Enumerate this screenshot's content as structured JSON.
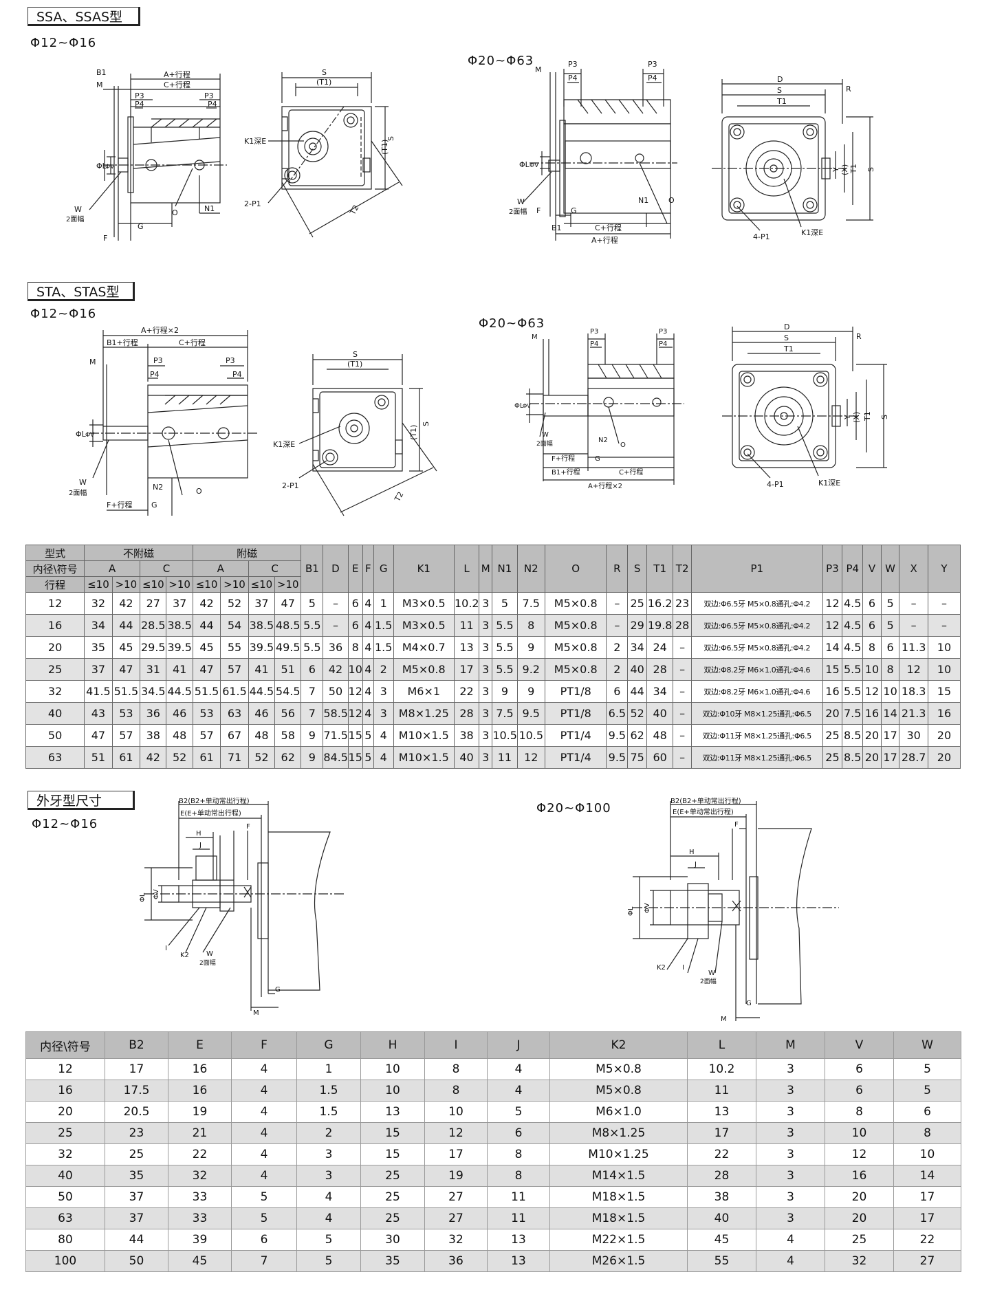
{
  "sections": {
    "ssa": {
      "title": "SSA、SSAS型",
      "sub_left": "Φ12~Φ16",
      "sub_right": "Φ20~Φ63"
    },
    "sta": {
      "title": "STA、STAS型",
      "sub_left": "Φ12~Φ16",
      "sub_right": "Φ20~Φ63"
    },
    "ext": {
      "title": "外牙型尺寸",
      "sub_left": "Φ12~Φ16",
      "sub_right": "Φ20~Φ100"
    }
  },
  "drawings": {
    "ssa_side_small": {
      "a": "A+行程",
      "b1": "B1",
      "c": "C+行程",
      "m": "M",
      "p3a": "P3",
      "p3b": "P3",
      "p4a": "P4",
      "p4b": "P4",
      "phil": "ΦL",
      "phiv": "ΦV",
      "w": "W",
      "w2": "2面幅",
      "g": "G",
      "f": "F",
      "o": "O",
      "n1": "N1"
    },
    "ssa_front_small": {
      "s": "S",
      "t1": "(T1)",
      "s2": "S",
      "k1": "K1深E",
      "p1": "2-P1",
      "t2": "T2"
    },
    "ssa_side_large": {
      "m": "M",
      "p3a": "P3",
      "p4a": "P4",
      "p3b": "P3",
      "p4b": "P4",
      "phil": "ΦL",
      "phiv": "ΦV",
      "w": "W",
      "w2": "2面幅",
      "f": "F",
      "g": "G",
      "b1": "B1",
      "c": "C+行程",
      "a": "A+行程",
      "n1": "N1",
      "o": "O"
    },
    "ssa_front_large": {
      "d": "D",
      "s": "S",
      "t1": "T1",
      "r": "R",
      "y": "Y",
      "x": "(X)",
      "t1v": "T1",
      "s2": "S",
      "p1": "4-P1",
      "k1": "K1深E"
    },
    "sta_side_small": {
      "a": "A+行程×2",
      "b1": "B1+行程",
      "c": "C+行程",
      "m": "M",
      "p3a": "P3",
      "p3b": "P3",
      "p4a": "P4",
      "p4b": "P4",
      "phil": "ΦL",
      "phiv": "ΦV",
      "w": "W",
      "w2": "2面幅",
      "n2": "N2",
      "o": "O",
      "f": "F+行程",
      "g": "G"
    },
    "sta_front_small": {
      "s": "S",
      "t1": "(T1)",
      "s2": "S",
      "k1": "K1深E",
      "p1": "2-P1",
      "t2": "T2"
    },
    "sta_side_large": {
      "m": "M",
      "p3a": "P3",
      "p4a": "P4",
      "p3b": "P3",
      "p4b": "P4",
      "phil": "ΦL",
      "phiv": "ΦV",
      "w": "W",
      "w2": "2面幅",
      "n2": "N2",
      "o": "O",
      "f": "F+行程",
      "g": "G",
      "b1": "B1+行程",
      "c": "C+行程",
      "a": "A+行程×2"
    },
    "sta_front_large": {
      "d": "D",
      "s": "S",
      "t1": "T1",
      "r": "R",
      "y": "Y",
      "x": "(X)",
      "t1v": "T1",
      "s2": "S",
      "p1": "4-P1",
      "k1": "K1深E"
    },
    "ext_small": {
      "b2": "B2(B2+单动常出行程)",
      "e": "E(E+单动常出行程)",
      "h": "H",
      "f": "F",
      "j": "J",
      "phil": "ΦL",
      "phiv": "ΦV",
      "i": "I",
      "k2": "K2",
      "w": "W",
      "w2": "2面幅",
      "g": "G",
      "m": "M"
    },
    "ext_large": {
      "b2": "B2(B2+单动常出行程)",
      "e": "E(E+单动常出行程)",
      "f": "F",
      "h": "H",
      "j": "J",
      "phil": "ΦL",
      "phiv": "ΦV",
      "k2": "K2",
      "i": "I",
      "w": "W",
      "w2": "2面幅",
      "g": "G",
      "m": "M"
    }
  },
  "table1": {
    "h_model": "型式",
    "h_bore": "内径\\符号",
    "h_stroke": "行程",
    "h_nomag": "不附磁",
    "h_mag": "附磁",
    "h_a": "A",
    "h_c": "C",
    "h_le": "≤10",
    "h_gt": ">10",
    "cols": [
      "B1",
      "D",
      "E",
      "F",
      "G",
      "K1",
      "L",
      "M",
      "N1",
      "N2",
      "O",
      "R",
      "S",
      "T1",
      "T2",
      "P1",
      "P3",
      "P4",
      "V",
      "W",
      "X",
      "Y"
    ],
    "rows": [
      [
        "12",
        "32",
        "42",
        "27",
        "37",
        "42",
        "52",
        "37",
        "47",
        "5",
        "–",
        "6",
        "4",
        "1",
        "M3×0.5",
        "10.2",
        "3",
        "5",
        "7.5",
        "M5×0.8",
        "–",
        "25",
        "16.2",
        "23",
        "双边:Φ6.5牙 M5×0.8通孔:Φ4.2",
        "12",
        "4.5",
        "6",
        "5",
        "–",
        "–"
      ],
      [
        "16",
        "34",
        "44",
        "28.5",
        "38.5",
        "44",
        "54",
        "38.5",
        "48.5",
        "5.5",
        "–",
        "6",
        "4",
        "1.5",
        "M3×0.5",
        "11",
        "3",
        "5.5",
        "8",
        "M5×0.8",
        "–",
        "29",
        "19.8",
        "28",
        "双边:Φ6.5牙 M5×0.8通孔:Φ4.2",
        "12",
        "4.5",
        "6",
        "5",
        "–",
        "–"
      ],
      [
        "20",
        "35",
        "45",
        "29.5",
        "39.5",
        "45",
        "55",
        "39.5",
        "49.5",
        "5.5",
        "36",
        "8",
        "4",
        "1.5",
        "M4×0.7",
        "13",
        "3",
        "5.5",
        "9",
        "M5×0.8",
        "2",
        "34",
        "24",
        "–",
        "双边:Φ6.5牙 M5×0.8通孔:Φ4.2",
        "14",
        "4.5",
        "8",
        "6",
        "11.3",
        "10"
      ],
      [
        "25",
        "37",
        "47",
        "31",
        "41",
        "47",
        "57",
        "41",
        "51",
        "6",
        "42",
        "10",
        "4",
        "2",
        "M5×0.8",
        "17",
        "3",
        "5.5",
        "9.2",
        "M5×0.8",
        "2",
        "40",
        "28",
        "–",
        "双边:Φ8.2牙 M6×1.0通孔:Φ4.6",
        "15",
        "5.5",
        "10",
        "8",
        "12",
        "10"
      ],
      [
        "32",
        "41.5",
        "51.5",
        "34.5",
        "44.5",
        "51.5",
        "61.5",
        "44.5",
        "54.5",
        "7",
        "50",
        "12",
        "4",
        "3",
        "M6×1",
        "22",
        "3",
        "9",
        "9",
        "PT1/8",
        "6",
        "44",
        "34",
        "–",
        "双边:Φ8.2牙 M6×1.0通孔:Φ4.6",
        "16",
        "5.5",
        "12",
        "10",
        "18.3",
        "15"
      ],
      [
        "40",
        "43",
        "53",
        "36",
        "46",
        "53",
        "63",
        "46",
        "56",
        "7",
        "58.5",
        "12",
        "4",
        "3",
        "M8×1.25",
        "28",
        "3",
        "7.5",
        "9.5",
        "PT1/8",
        "6.5",
        "52",
        "40",
        "–",
        "双边:Φ10牙 M8×1.25通孔:Φ6.5",
        "20",
        "7.5",
        "16",
        "14",
        "21.3",
        "16"
      ],
      [
        "50",
        "47",
        "57",
        "38",
        "48",
        "57",
        "67",
        "48",
        "58",
        "9",
        "71.5",
        "15",
        "5",
        "4",
        "M10×1.5",
        "38",
        "3",
        "10.5",
        "10.5",
        "PT1/4",
        "9.5",
        "62",
        "48",
        "–",
        "双边:Φ11牙 M8×1.25通孔:Φ6.5",
        "25",
        "8.5",
        "20",
        "17",
        "30",
        "20"
      ],
      [
        "63",
        "51",
        "61",
        "42",
        "52",
        "61",
        "71",
        "52",
        "62",
        "9",
        "84.5",
        "15",
        "5",
        "4",
        "M10×1.5",
        "40",
        "3",
        "11",
        "12",
        "PT1/4",
        "9.5",
        "75",
        "60",
        "–",
        "双边:Φ11牙 M8×1.25通孔:Φ6.5",
        "25",
        "8.5",
        "20",
        "17",
        "28.7",
        "20"
      ]
    ]
  },
  "table2": {
    "headers": [
      "内径\\符号",
      "B2",
      "E",
      "F",
      "G",
      "H",
      "I",
      "J",
      "K2",
      "L",
      "M",
      "V",
      "W"
    ],
    "rows": [
      [
        "12",
        "17",
        "16",
        "4",
        "1",
        "10",
        "8",
        "4",
        "M5×0.8",
        "10.2",
        "3",
        "6",
        "5"
      ],
      [
        "16",
        "17.5",
        "16",
        "4",
        "1.5",
        "10",
        "8",
        "4",
        "M5×0.8",
        "11",
        "3",
        "6",
        "5"
      ],
      [
        "20",
        "20.5",
        "19",
        "4",
        "1.5",
        "13",
        "10",
        "5",
        "M6×1.0",
        "13",
        "3",
        "8",
        "6"
      ],
      [
        "25",
        "23",
        "21",
        "4",
        "2",
        "15",
        "12",
        "6",
        "M8×1.25",
        "17",
        "3",
        "10",
        "8"
      ],
      [
        "32",
        "25",
        "22",
        "4",
        "3",
        "15",
        "17",
        "8",
        "M10×1.25",
        "22",
        "3",
        "12",
        "10"
      ],
      [
        "40",
        "35",
        "32",
        "4",
        "3",
        "25",
        "19",
        "8",
        "M14×1.5",
        "28",
        "3",
        "16",
        "14"
      ],
      [
        "50",
        "37",
        "33",
        "5",
        "4",
        "25",
        "27",
        "11",
        "M18×1.5",
        "38",
        "3",
        "20",
        "17"
      ],
      [
        "63",
        "37",
        "33",
        "5",
        "4",
        "25",
        "27",
        "11",
        "M18×1.5",
        "40",
        "3",
        "20",
        "17"
      ],
      [
        "80",
        "44",
        "39",
        "6",
        "5",
        "30",
        "32",
        "13",
        "M22×1.5",
        "45",
        "4",
        "25",
        "22"
      ],
      [
        "100",
        "50",
        "45",
        "7",
        "5",
        "35",
        "36",
        "13",
        "M26×1.5",
        "55",
        "4",
        "32",
        "27"
      ]
    ]
  }
}
